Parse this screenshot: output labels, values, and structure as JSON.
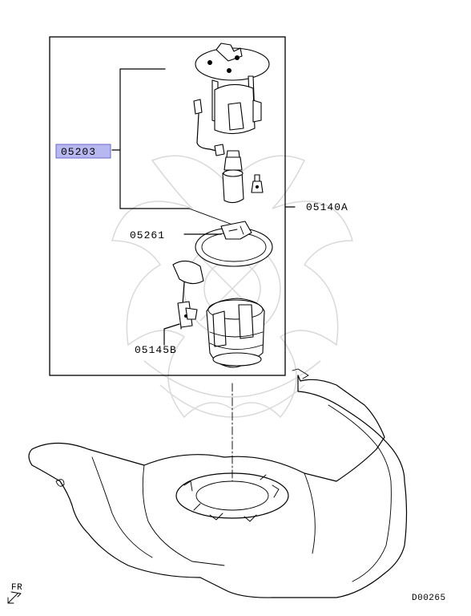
{
  "parts": {
    "fuel_pump_assembly": "05203",
    "gasket": "05261",
    "fuel_pump_module": "05140A",
    "fuel_level_sensor": "05145B"
  },
  "orientation": {
    "label": "FR",
    "icon": "arrow-down-left-icon"
  },
  "diagram_code": "D00265",
  "colors": {
    "highlight": "#b8b8f0",
    "highlight_border": "#6a6ad0",
    "line": "#000000",
    "watermark": "#d9d9d9"
  }
}
